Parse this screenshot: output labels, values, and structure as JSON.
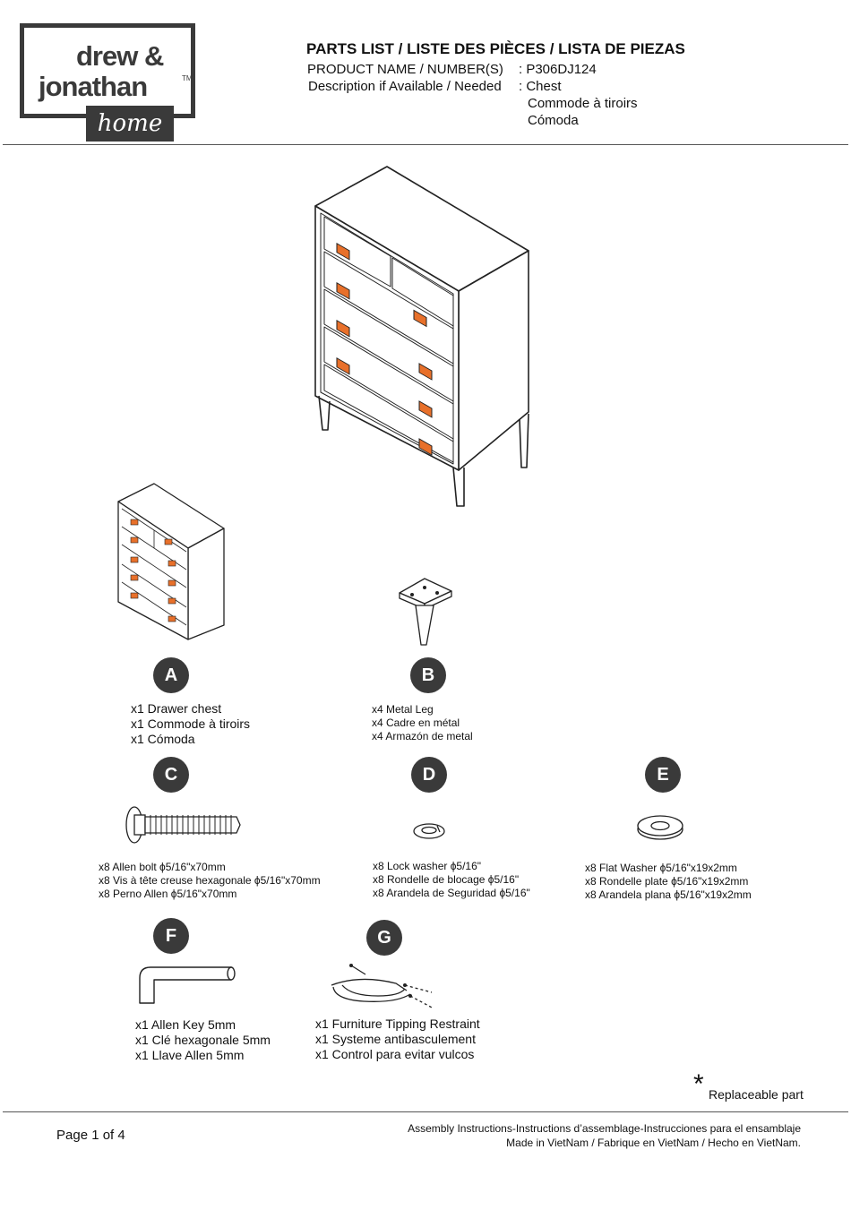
{
  "logo": {
    "line1": "drew &",
    "line2": "jonathan",
    "tm": "TM",
    "tag": "home"
  },
  "header": {
    "title": "PARTS LIST / LISTE DES PIÈCES / LISTA DE PIEZAS",
    "product_label": "PRODUCT NAME / NUMBER(S)",
    "product_value": ": P306DJ124",
    "desc_label": "Description if Available / Needed",
    "desc_value_1": ": Chest",
    "desc_value_2": "Commode à tiroirs",
    "desc_value_3": "Cómoda"
  },
  "parts": [
    {
      "letter": "A",
      "lines": [
        "x1 Drawer chest",
        "x1 Commode à tiroirs",
        "x1 Cómoda"
      ]
    },
    {
      "letter": "B",
      "lines": [
        "x4 Metal Leg",
        "x4 Cadre en métal",
        "x4 Armazón de metal"
      ]
    },
    {
      "letter": "C",
      "lines": [
        "x8 Allen bolt ϕ5/16\"x70mm",
        "x8 Vis à tête creuse hexagonale ϕ5/16\"x70mm",
        "x8 Perno Allen ϕ5/16\"x70mm"
      ]
    },
    {
      "letter": "D",
      "lines": [
        "x8 Lock washer ϕ5/16\"",
        "x8 Rondelle de blocage ϕ5/16\"",
        "x8 Arandela de Seguridad ϕ5/16\""
      ]
    },
    {
      "letter": "E",
      "lines": [
        "x8 Flat Washer ϕ5/16\"x19x2mm",
        "x8 Rondelle plate ϕ5/16\"x19x2mm",
        "x8 Arandela plana ϕ5/16\"x19x2mm"
      ]
    },
    {
      "letter": "F",
      "lines": [
        "x1 Allen Key 5mm",
        "x1 Clé hexagonale 5mm",
        "x1 Llave Allen 5mm"
      ]
    },
    {
      "letter": "G",
      "lines": [
        "x1 Furniture Tipping Restraint",
        "x1 Systeme antibasculement",
        "x1 Control para evitar vulcos"
      ]
    }
  ],
  "replaceable": {
    "mark": "*",
    "text": "Replaceable part"
  },
  "footer": {
    "page": "Page 1 of 4",
    "line1": "Assembly Instructions-Instructions d’assemblage-Instrucciones para el ensamblaje",
    "line2": "Made in VietNam / Fabrique en VietNam / Hecho en VietNam."
  },
  "colors": {
    "ink": "#3a3a3a",
    "handle": "#e8702a"
  }
}
